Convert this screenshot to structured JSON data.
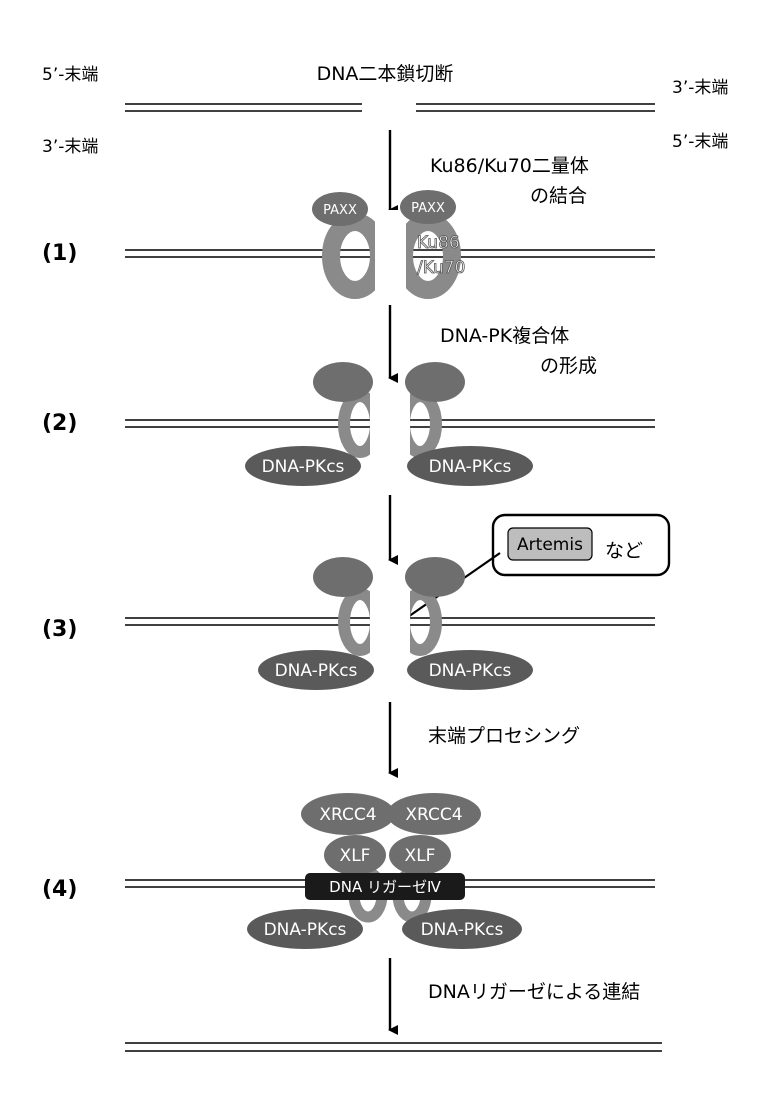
{
  "title": "DNA二本鎖切断",
  "ends": {
    "left_top": "5’-末端",
    "left_bottom": "3’-末端",
    "right_top": "3’-末端",
    "right_bottom": "5’-末端"
  },
  "arrow_labels": {
    "a1_line1": "Ku86/Ku70二量体",
    "a1_line2": "の結合",
    "a2_line1": "DNA-PK複合体",
    "a2_line2": "の形成",
    "a4": "末端プロセシング",
    "a5": "DNAリガーゼによる連結"
  },
  "steps": [
    "(1)",
    "(2)",
    "(3)",
    "(4)"
  ],
  "proteins": {
    "paxx": "PAXX",
    "ku_line1": "Ku86",
    "ku_line2": "/Ku70",
    "dnapkcs": "DNA-PKcs",
    "artemis": "Artemis",
    "artemis_suffix": "など",
    "xrcc4": "XRCC4",
    "xlf": "XLF",
    "ligase": "DNA リガーゼⅣ"
  },
  "colors": {
    "ring": "#8a8a8a",
    "cap": "#6e6e6e",
    "pkcs": "#5a5a5a",
    "ligase_bar": "#1a1a1a",
    "artemis_box": "#bdbdbd"
  }
}
